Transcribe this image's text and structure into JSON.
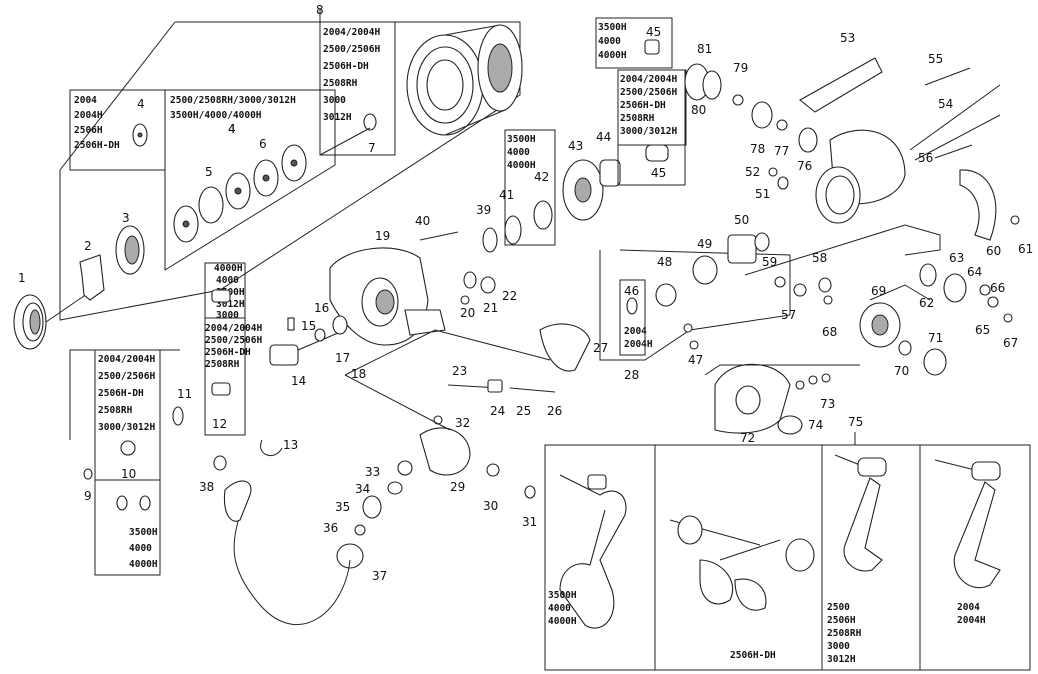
{
  "part_numbers": [
    "1",
    "2",
    "3",
    "4",
    "4",
    "4",
    "5",
    "6",
    "7",
    "8",
    "9",
    "10",
    "11",
    "12",
    "13",
    "14",
    "15",
    "16",
    "17",
    "18",
    "19",
    "20",
    "21",
    "22",
    "23",
    "24",
    "25",
    "26",
    "27",
    "28",
    "29",
    "30",
    "31",
    "32",
    "33",
    "34",
    "35",
    "36",
    "37",
    "38",
    "39",
    "40",
    "41",
    "42",
    "43",
    "44",
    "45",
    "45",
    "46",
    "47",
    "48",
    "49",
    "50",
    "51",
    "52",
    "53",
    "54",
    "55",
    "56",
    "57",
    "58",
    "59",
    "60",
    "61",
    "62",
    "63",
    "64",
    "65",
    "66",
    "67",
    "68",
    "69",
    "70",
    "71",
    "72",
    "73",
    "74",
    "75",
    "76",
    "77",
    "78",
    "79",
    "80",
    "81"
  ],
  "boxes": {
    "spool_2004": [
      "2004",
      "2004H",
      "2506H",
      "2506H-DH"
    ],
    "spool_2500": [
      "2500/2508RH/3000/3012H",
      "3500H/4000/4000H"
    ],
    "spool_ring": [
      "2004/2004H",
      "2500/2506H",
      "2506H-DH",
      "2508RH",
      "3000",
      "3012H"
    ],
    "rotor_45": [
      "3500H",
      "4000",
      "4000H"
    ],
    "rotor_list": [
      "2004/2004H",
      "2500/2506H",
      "2506H-DH",
      "2508RH",
      "3000/3012H"
    ],
    "washer_3500": [
      "3500H",
      "4000",
      "4000H"
    ],
    "shaft_4000": [
      "4000H",
      "4000",
      "3500H",
      "3012H",
      "3000"
    ],
    "shaft_2004": [
      "2004/2004H",
      "2500/2506H",
      "2506H-DH",
      "2508RH"
    ],
    "left_list": [
      "2004/2004H",
      "2500/2506H",
      "2506H-DH",
      "2508RH",
      "3000/3012H"
    ],
    "left_3500": [
      "3500H",
      "4000",
      "4000H"
    ],
    "pinion_46": [
      "2004",
      "2004H"
    ],
    "handle_a": [
      "3500H",
      "4000",
      "4000H"
    ],
    "handle_b": [
      "2506H-DH"
    ],
    "handle_c": [
      "2500",
      "2506H",
      "2508RH",
      "3000",
      "3012H"
    ],
    "handle_d": [
      "2004",
      "2004H"
    ]
  }
}
